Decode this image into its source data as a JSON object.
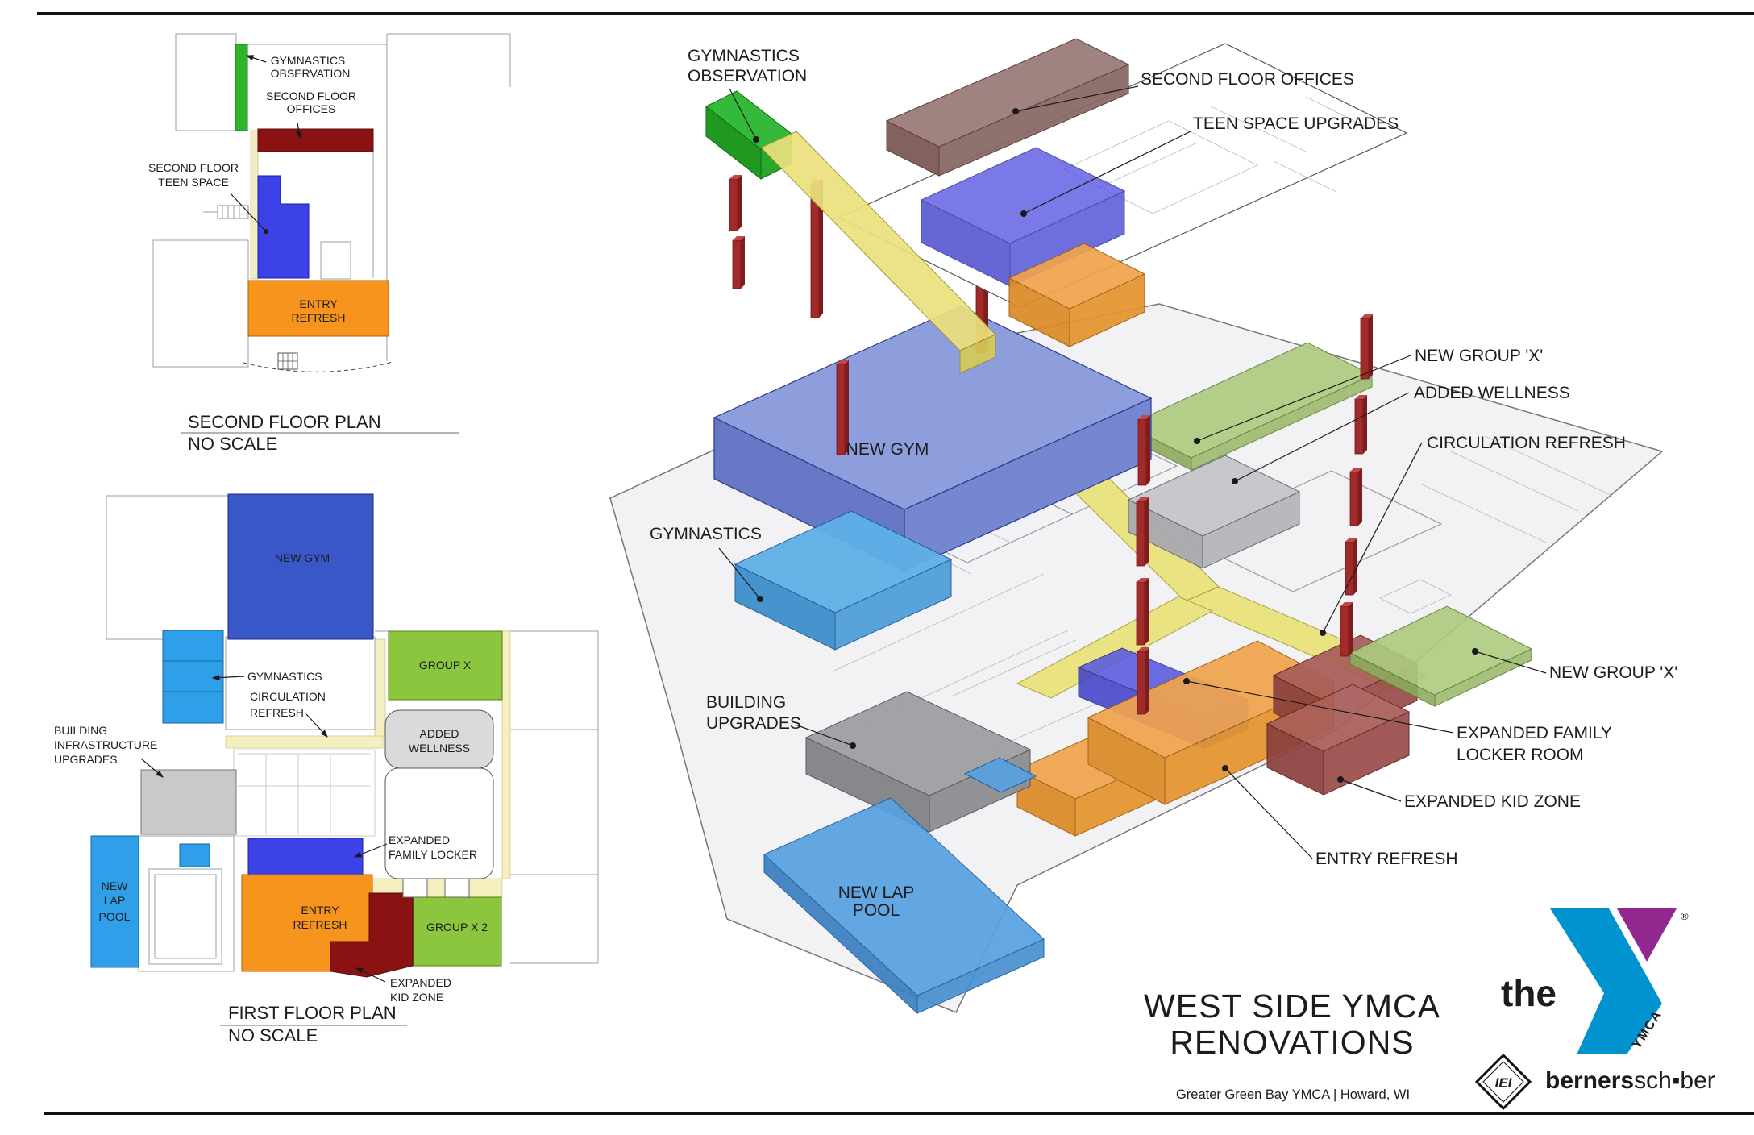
{
  "palette": {
    "obs_green": "#2db52d",
    "offices_maroon": "#8b1212",
    "teen_blue": "#3c41e8",
    "entry_orange": "#f7941e",
    "corridor_pale_yellow": "#f2ecc2",
    "corridor_yellow_3d": "#e9e276",
    "gym_blue": "#3a57c8",
    "gymnastics_light_blue": "#2e9fe8",
    "group_x_green": "#8cc63e",
    "upgrade_gray": "#c9c9c9",
    "kid_zone_dark_red": "#8b1212",
    "ymca_cyan": "#0093d0",
    "ymca_purple": "#92278f",
    "iei_red": "#c42127"
  },
  "plan2": {
    "title": "SECOND FLOOR PLAN",
    "scale": "NO SCALE",
    "gym_obs_1": "GYMNASTICS",
    "gym_obs_2": "OBSERVATION",
    "offices_1": "SECOND FLOOR",
    "offices_2": "OFFICES",
    "teen_1": "SECOND FLOOR",
    "teen_2": "TEEN SPACE",
    "entry_1": "ENTRY",
    "entry_2": "REFRESH"
  },
  "plan1": {
    "title": "FIRST FLOOR PLAN",
    "scale": "NO SCALE",
    "new_gym": "NEW GYM",
    "gymnastics": "GYMNASTICS",
    "circ_1": "CIRCULATION",
    "circ_2": "REFRESH",
    "infra_1": "BUILDING",
    "infra_2": "INFRASTRUCTURE",
    "infra_3": "UPGRADES",
    "group_x": "GROUP X",
    "well_1": "ADDED",
    "well_2": "WELLNESS",
    "lock_1": "EXPANDED",
    "lock_2": "FAMILY LOCKER",
    "lap_1": "NEW",
    "lap_2": "LAP",
    "lap_3": "POOL",
    "entry_1": "ENTRY",
    "entry_2": "REFRESH",
    "kid_1": "EXPANDED",
    "kid_2": "KID ZONE",
    "group_x2": "GROUP X 2"
  },
  "axon": {
    "gym_obs_1": "GYMNASTICS",
    "gym_obs_2": "OBSERVATION",
    "offices": "SECOND FLOOR OFFICES",
    "teen": "TEEN SPACE UPGRADES",
    "ngx_a": "NEW GROUP 'X'",
    "wellness": "ADDED WELLNESS",
    "circulation": "CIRCULATION REFRESH",
    "new_gym": "NEW GYM",
    "gymnastics": "GYMNASTICS",
    "bldg_1": "BUILDING",
    "bldg_2": "UPGRADES",
    "lap_1": "NEW LAP",
    "lap_2": "POOL",
    "ngx_b": "NEW GROUP 'X'",
    "fam_1": "EXPANDED FAMILY",
    "fam_2": "LOCKER ROOM",
    "kid": "EXPANDED KID ZONE",
    "entry": "ENTRY REFRESH"
  },
  "titleblock": {
    "title_1": "WEST SIDE YMCA",
    "title_2": "RENOVATIONS",
    "subtitle": "Greater Green Bay YMCA  |  Howard, WI"
  },
  "branding": {
    "the": "the",
    "ymca": "YMCA",
    "reg": "®",
    "iei": "IEI",
    "firm_1": "berners",
    "firm_2": "sch",
    "firm_3": "▪",
    "firm_4": "ber"
  }
}
